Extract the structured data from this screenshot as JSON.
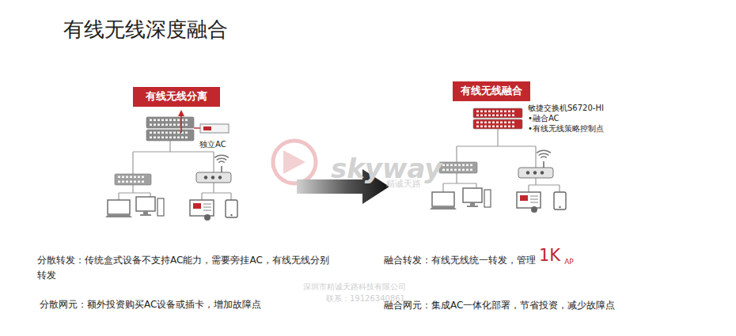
{
  "diagram": {
    "title": "有线无线深度融合",
    "nodes": [
      {
        "text": [
          "有线无线分离"
        ]
      },
      {
        "text": [
          "独立AC"
        ]
      },
      {
        "text": [
          "有线无线融合"
        ]
      },
      {
        "text": [
          "敏捷交换机S6720-HI",
          "•融合AC",
          "•有线无线策略控制点"
        ]
      }
    ],
    "labels": [
      "分散转发：传统盒式设备不支持AC能力，需要旁挂AC，有线无线分别转发",
      "分散网元：额外投资购买AC设备或插卡，增加故障点",
      "融合转发：有线无线统一转发，管理",
      "1K",
      "AP",
      "融合网元：集成AC一体化部署，节省投资，减少故障点",
      "skyway",
      "精诚天路",
      "深圳市精诚天路科技有限公司",
      "联系：19126340861"
    ]
  }
}
